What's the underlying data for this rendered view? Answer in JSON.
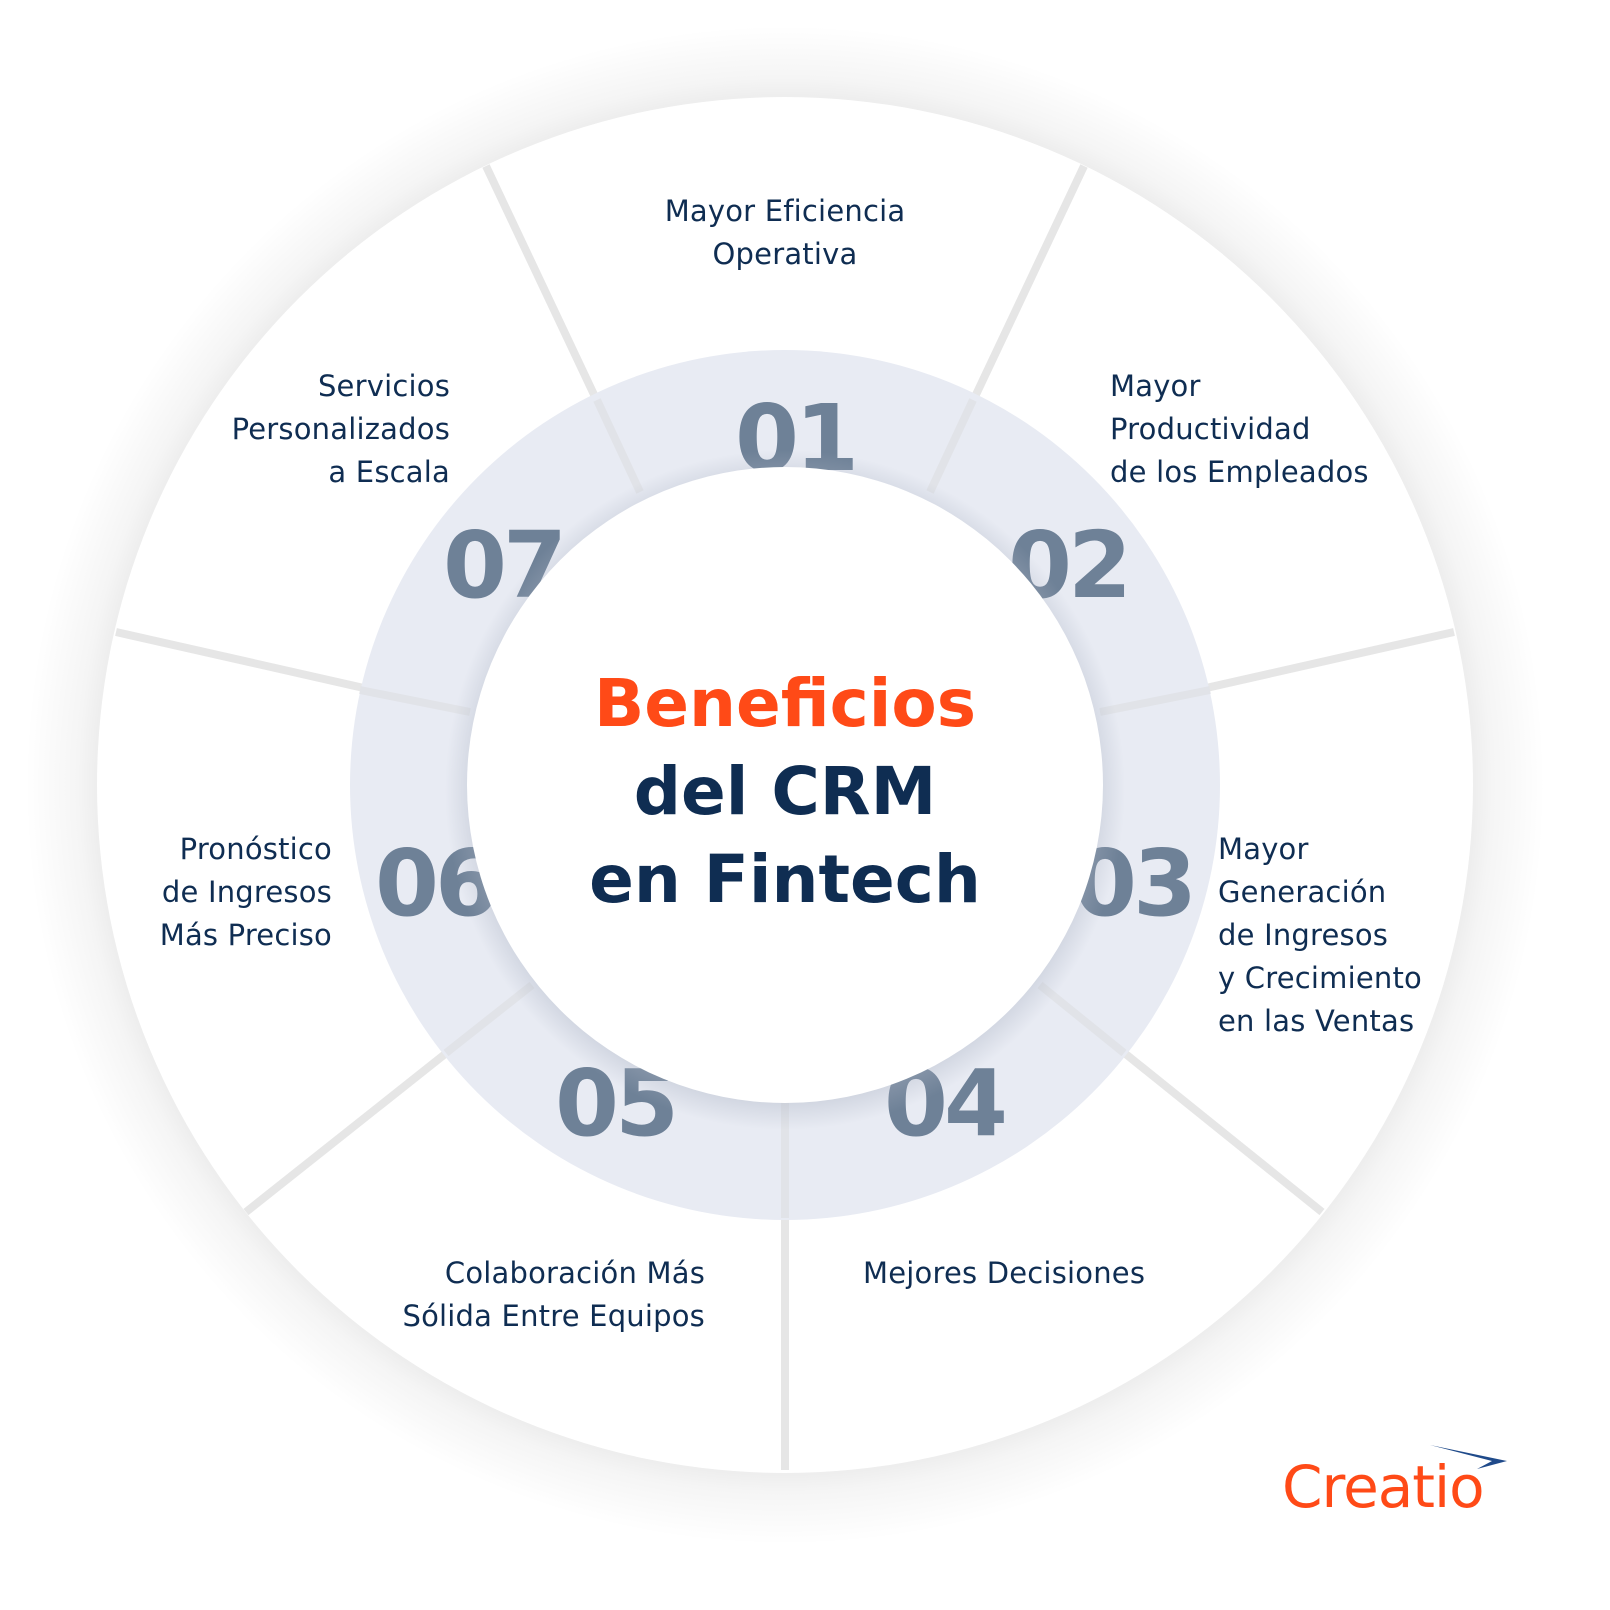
{
  "title": {
    "line1": "Beneficios",
    "line2": "del CRM",
    "line3": "en Fintech"
  },
  "segments": [
    {
      "number": "01",
      "lines": [
        "Mayor Eficiencia",
        "Operativa"
      ]
    },
    {
      "number": "02",
      "lines": [
        "Mayor",
        "Productividad",
        "de los Empleados"
      ]
    },
    {
      "number": "03",
      "lines": [
        "Mayor",
        "Generación",
        "de Ingresos",
        "y Crecimiento",
        "en las Ventas"
      ]
    },
    {
      "number": "04",
      "lines": [
        "Mejores Decisiones"
      ]
    },
    {
      "number": "05",
      "lines": [
        "Colaboración Más",
        "Sólida Entre Equipos"
      ]
    },
    {
      "number": "06",
      "lines": [
        "Pronóstico",
        "de Ingresos",
        "Más Preciso"
      ]
    },
    {
      "number": "07",
      "lines": [
        "Servicios",
        "Personalizados",
        "a Escala"
      ]
    }
  ],
  "logo": {
    "text": "Creatio",
    "icon": "arrow-swoosh-icon"
  },
  "colors": {
    "accent": "#ff4a17",
    "navy": "#0f2d52",
    "number": "#6e8197",
    "ring": "#e8ebf3",
    "divider": "#e6e6e6",
    "logo_arrow": "#1f4a8a"
  }
}
